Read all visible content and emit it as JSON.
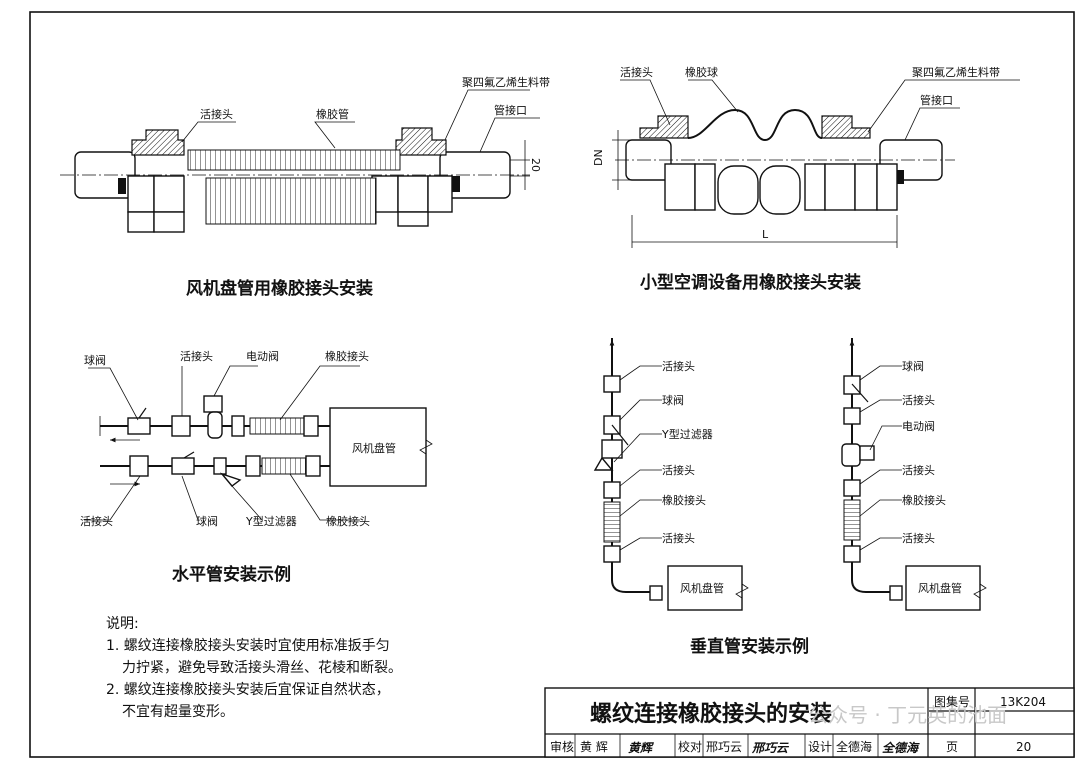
{
  "fig_fancoil": {
    "title": "风机盘管用橡胶接头安装",
    "labels": {
      "union": "活接头",
      "rubber_tube": "橡胶管",
      "ptfe_tape": "聚四氟乙烯生料带",
      "pipe_port": "管接口",
      "dim": "20"
    }
  },
  "fig_small": {
    "title": "小型空调设备用橡胶接头安装",
    "labels": {
      "union": "活接头",
      "rubber_ball": "橡胶球",
      "ptfe_tape": "聚四氟乙烯生料带",
      "pipe_port": "管接口",
      "dn": "DN",
      "l": "L"
    }
  },
  "fig_horizontal": {
    "title": "水平管安装示例",
    "labels": {
      "ball_valve_top": "球阀",
      "union_top": "活接头",
      "motor_valve": "电动阀",
      "rubber_joint_top": "橡胶接头",
      "fancoil": "风机盘管",
      "union_bottom": "活接头",
      "ball_valve_bottom": "球阀",
      "y_filter": "Y型过滤器",
      "rubber_joint_bottom": "橡胶接头"
    }
  },
  "fig_vertical": {
    "title": "垂直管安装示例",
    "left": {
      "union1": "活接头",
      "ball_valve": "球阀",
      "y_filter": "Y型过滤器",
      "union2": "活接头",
      "rubber_joint": "橡胶接头",
      "union3": "活接头",
      "fancoil": "风机盘管"
    },
    "right": {
      "ball_valve": "球阀",
      "union1": "活接头",
      "motor_valve": "电动阀",
      "union2": "活接头",
      "rubber_joint": "橡胶接头",
      "union3": "活接头",
      "fancoil": "风机盘管"
    }
  },
  "notes": {
    "heading": "说明:",
    "line1": "1. 螺纹连接橡胶接头安装时宜使用标准扳手匀",
    "line2": "力拧紧，避免导致活接头滑丝、花棱和断裂。",
    "line3": "2. 螺纹连接橡胶接头安装后宜保证自然状态，",
    "line4": "不宜有超量变形。"
  },
  "title_block": {
    "drawing_title": "螺纹连接橡胶接头的安装",
    "atlas_label": "图集号",
    "atlas_no": "13K204",
    "review": "审核",
    "reviewer": "黄 辉",
    "reviewer_sign": "黄辉",
    "check": "校对",
    "checker": "邢巧云",
    "checker_sign": "邢巧云",
    "design": "设计",
    "designer": "全德海",
    "designer_sign": "全德海",
    "page_label": "页",
    "page_no": "20"
  },
  "watermark": "公众号 · 丁元英的池面"
}
